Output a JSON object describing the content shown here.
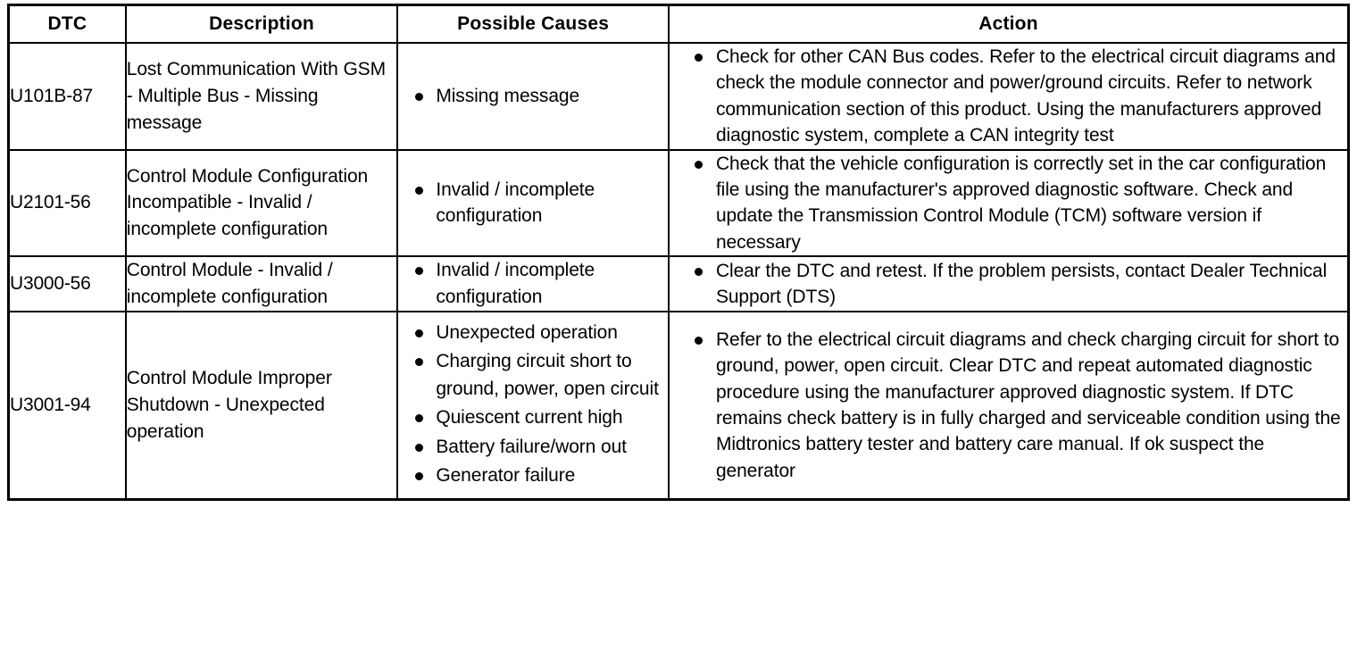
{
  "table": {
    "columns": [
      {
        "key": "dtc",
        "label": "DTC"
      },
      {
        "key": "description",
        "label": "Description"
      },
      {
        "key": "causes",
        "label": "Possible Causes"
      },
      {
        "key": "action",
        "label": "Action"
      }
    ],
    "rows": [
      {
        "dtc": "U101B-87",
        "description": "Lost Communication With GSM - Multiple Bus - Missing message",
        "causes": [
          "Missing message"
        ],
        "actions": [
          "Check for other CAN Bus codes. Refer to the electrical circuit diagrams and check the module connector and power/ground circuits. Refer to network communication section of this product. Using the manufacturers approved diagnostic system, complete a CAN integrity test"
        ]
      },
      {
        "dtc": "U2101-56",
        "description": "Control Module Configuration Incompatible - Invalid / incomplete configuration",
        "causes": [
          "Invalid / incomplete configuration"
        ],
        "actions": [
          "Check that the vehicle configuration is correctly set in the car configuration file using the manufacturer's approved diagnostic software. Check and update the Transmission Control Module (TCM) software version if necessary"
        ]
      },
      {
        "dtc": "U3000-56",
        "description": "Control Module - Invalid / incomplete configuration",
        "causes": [
          "Invalid / incomplete configuration"
        ],
        "actions": [
          "Clear the DTC and retest. If the problem persists, contact Dealer Technical Support (DTS)"
        ]
      },
      {
        "dtc": "U3001-94",
        "description": "Control Module Improper Shutdown - Unexpected operation",
        "causes": [
          "Unexpected operation",
          "Charging circuit short to ground, power, open circuit",
          "Quiescent current high",
          "Battery failure/worn out",
          "Generator failure"
        ],
        "actions": [
          "Refer to the electrical circuit diagrams and check charging circuit for short to ground, power, open circuit. Clear DTC and repeat automated diagnostic procedure using the manufacturer approved diagnostic system. If DTC remains check battery is in fully charged and serviceable condition using the Midtronics battery tester and battery care manual. If ok suspect the generator"
        ]
      }
    ]
  },
  "colors": {
    "border": "#000000",
    "text": "#000000",
    "background": "#ffffff"
  }
}
